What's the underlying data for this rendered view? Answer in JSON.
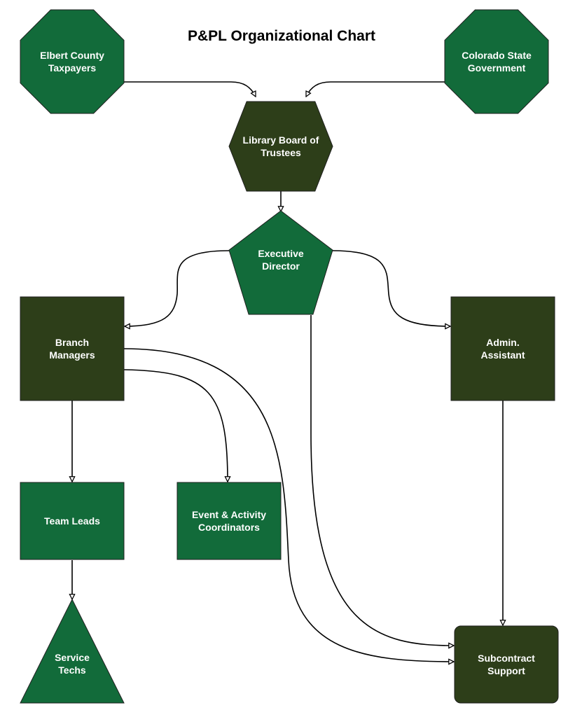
{
  "title": "P&PL Organizational Chart",
  "colors": {
    "bright_green": "#126B3A",
    "dark_olive": "#2D3E19",
    "edge": "#000000",
    "text": "#FFFFFF"
  },
  "nodes": {
    "elbert": {
      "lines": [
        "Elbert County",
        "Taxpayers"
      ],
      "shape": "octagon",
      "color": "bright_green"
    },
    "colorado": {
      "lines": [
        "Colorado State",
        "Government"
      ],
      "shape": "octagon",
      "color": "bright_green"
    },
    "board": {
      "lines": [
        "Library Board of",
        "Trustees"
      ],
      "shape": "hexagon",
      "color": "dark_olive"
    },
    "director": {
      "lines": [
        "Executive",
        "Director"
      ],
      "shape": "pentagon",
      "color": "bright_green"
    },
    "branch": {
      "lines": [
        "Branch",
        "Managers"
      ],
      "shape": "square",
      "color": "dark_olive"
    },
    "admin": {
      "lines": [
        "Admin.",
        "Assistant"
      ],
      "shape": "square",
      "color": "dark_olive"
    },
    "teamleads": {
      "lines": [
        "Team Leads"
      ],
      "shape": "rectangle",
      "color": "bright_green"
    },
    "events": {
      "lines": [
        "Event & Activity",
        "Coordinators"
      ],
      "shape": "rectangle",
      "color": "bright_green"
    },
    "techs": {
      "lines": [
        "Service",
        "Techs"
      ],
      "shape": "triangle",
      "color": "bright_green"
    },
    "subcontract": {
      "lines": [
        "Subcontract",
        "Support"
      ],
      "shape": "rounded-rectangle",
      "color": "dark_olive"
    }
  },
  "edges": [
    {
      "from": "elbert",
      "to": "board"
    },
    {
      "from": "colorado",
      "to": "board"
    },
    {
      "from": "board",
      "to": "director"
    },
    {
      "from": "director",
      "to": "branch"
    },
    {
      "from": "director",
      "to": "admin"
    },
    {
      "from": "director",
      "to": "subcontract"
    },
    {
      "from": "branch",
      "to": "teamleads"
    },
    {
      "from": "branch",
      "to": "events"
    },
    {
      "from": "branch",
      "to": "subcontract"
    },
    {
      "from": "admin",
      "to": "subcontract"
    },
    {
      "from": "teamleads",
      "to": "techs"
    }
  ]
}
